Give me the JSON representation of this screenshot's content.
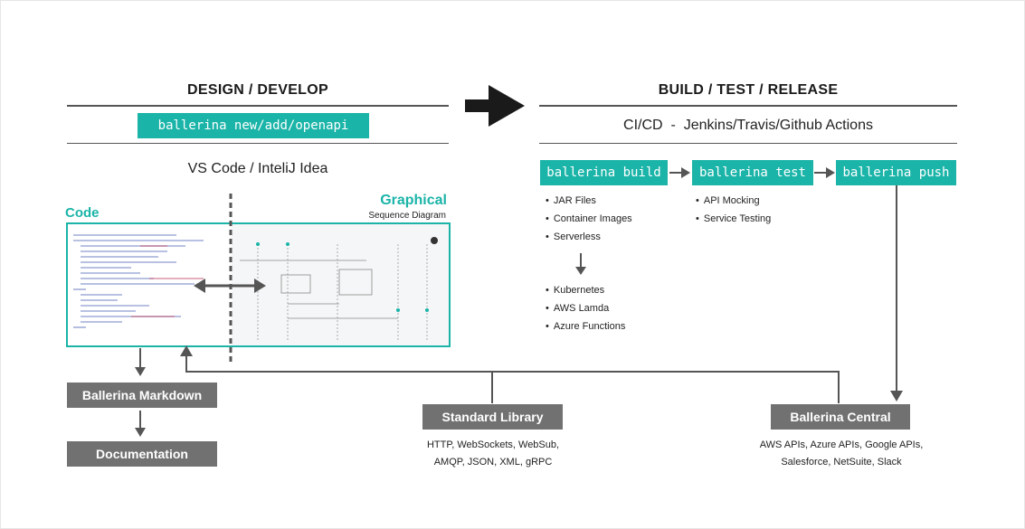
{
  "left": {
    "heading": "DESIGN / DEVELOP",
    "command": "ballerina new/add/openapi",
    "ide": "VS Code / InteliJ Idea",
    "code_label": "Code",
    "graphical_label": "Graphical",
    "graphical_sub": "Sequence Diagram",
    "markdown_box": "Ballerina Markdown",
    "docs_box": "Documentation"
  },
  "right": {
    "heading": "BUILD / TEST / RELEASE",
    "cicd": "CI/CD  -  Jenkins/Travis/Github Actions",
    "build_cmd": "ballerina build",
    "test_cmd": "ballerina test",
    "push_cmd": "ballerina push",
    "build_items": [
      "JAR Files",
      "Container Images",
      "Serverless"
    ],
    "deploy_items": [
      "Kubernetes",
      "AWS Lamda",
      "Azure Functions"
    ],
    "test_items": [
      "API Mocking",
      "Service Testing"
    ]
  },
  "bottom": {
    "stdlib_box": "Standard Library",
    "stdlib_line1": "HTTP, WebSockets, WebSub,",
    "stdlib_line2": "AMQP, JSON, XML, gRPC",
    "central_box": "Ballerina Central",
    "central_line1": "AWS APIs, Azure APIs, Google APIs,",
    "central_line2": "Salesforce, NetSuite, Slack"
  },
  "colors": {
    "accent": "#1bb4a8",
    "box_grey": "#717171",
    "line": "#555555"
  }
}
